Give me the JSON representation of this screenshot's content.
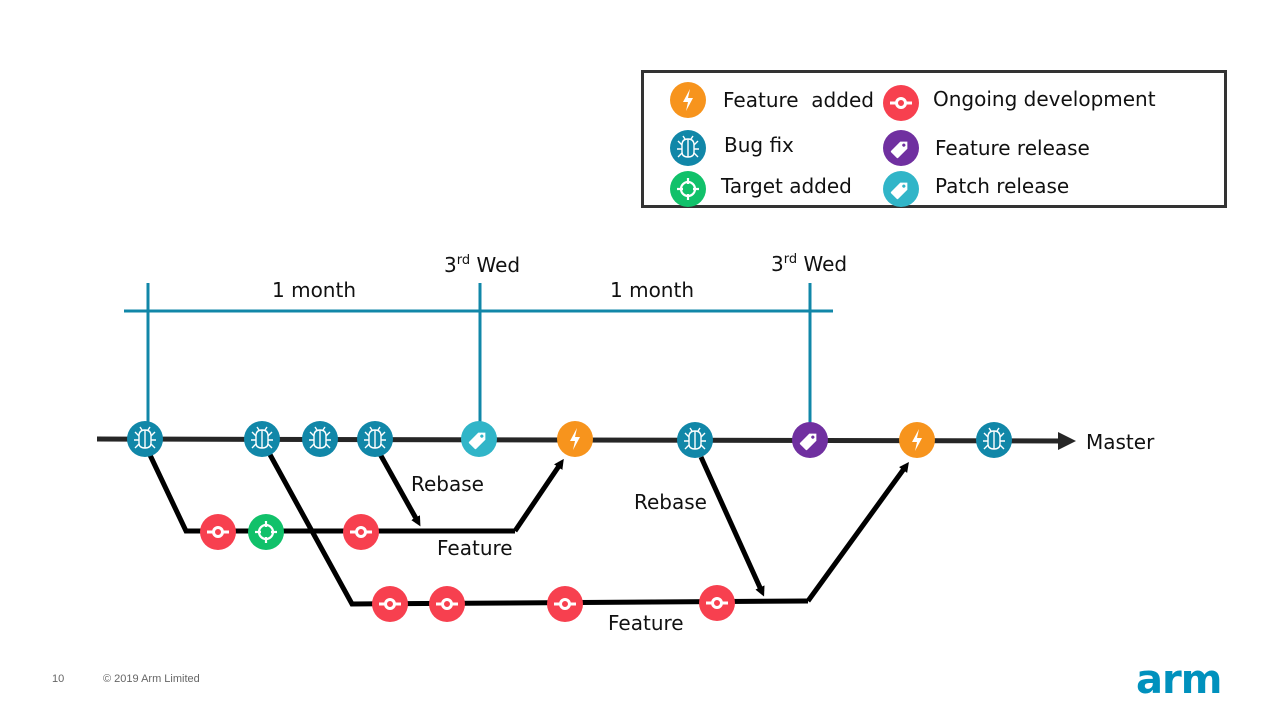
{
  "legend": {
    "items": [
      {
        "key": "feature",
        "label": "Feature  added",
        "icon": "lightning-icon",
        "color": "#f7941d"
      },
      {
        "key": "ongoing",
        "label": "Ongoing development",
        "icon": "commit-icon",
        "color": "#f7404f"
      },
      {
        "key": "bug",
        "label": "Bug fix",
        "icon": "bug-icon",
        "color": "#1187a8"
      },
      {
        "key": "frelease",
        "label": "Feature release",
        "icon": "tag-icon",
        "color": "#7030a0"
      },
      {
        "key": "target",
        "label": "Target added",
        "icon": "target-icon",
        "color": "#11c16a"
      },
      {
        "key": "patch",
        "label": "Patch release",
        "icon": "tag-icon",
        "color": "#31b5c8"
      }
    ]
  },
  "timeline": {
    "color": "#1187a8",
    "labels": {
      "month1": "1 month",
      "month2": "1 month",
      "wed1_num": "3",
      "wed1_sup": "rd",
      "wed1_text": " Wed",
      "wed2_num": "3",
      "wed2_sup": "rd",
      "wed2_text": " Wed"
    }
  },
  "branches": {
    "master_label": "Master",
    "feature1_label": "Feature",
    "feature2_label": "Feature",
    "rebase1_label": "Rebase",
    "rebase2_label": "Rebase"
  },
  "nodes": {
    "master": [
      "bug",
      "bug",
      "bug",
      "bug",
      "patch",
      "feature",
      "bug",
      "frelease",
      "feature",
      "bug"
    ],
    "feature1": [
      "ongoing",
      "target",
      "ongoing"
    ],
    "feature2": [
      "ongoing",
      "ongoing",
      "ongoing",
      "ongoing"
    ]
  },
  "footer": {
    "page_number": "10",
    "copyright": "© 2019 Arm Limited",
    "logo": "arm"
  }
}
